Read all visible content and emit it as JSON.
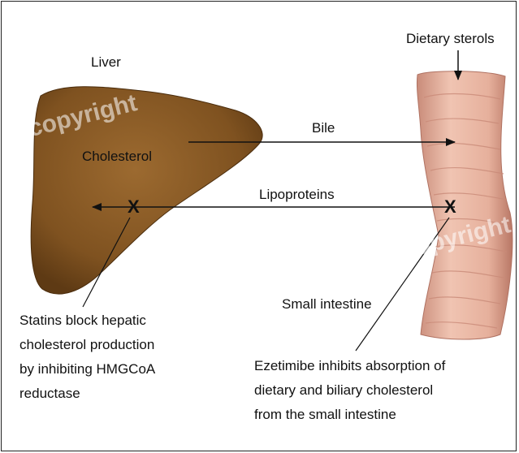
{
  "labels": {
    "liver": "Liver",
    "dietary_sterols": "Dietary sterols",
    "cholesterol": "Cholesterol",
    "bile": "Bile",
    "lipoproteins": "Lipoproteins",
    "small_intestine": "Small intestine"
  },
  "blocks": {
    "statins_mark": "X",
    "ezetimibe_mark": "X"
  },
  "notes": {
    "statins": [
      "Statins block hepatic",
      "cholesterol production",
      "by inhibiting HMGCoA",
      "reductase"
    ],
    "ezetimibe": [
      "Ezetimibe inhibits absorption of",
      "dietary and biliary cholesterol",
      "from the small intestine"
    ]
  },
  "watermarks": {
    "liver_wm": "© copyright",
    "intestine_wm": "© copyright"
  },
  "colors": {
    "liver": "#8a5a24",
    "intestine": "#e8b6a2",
    "intestine_fold": "#c98a78"
  }
}
